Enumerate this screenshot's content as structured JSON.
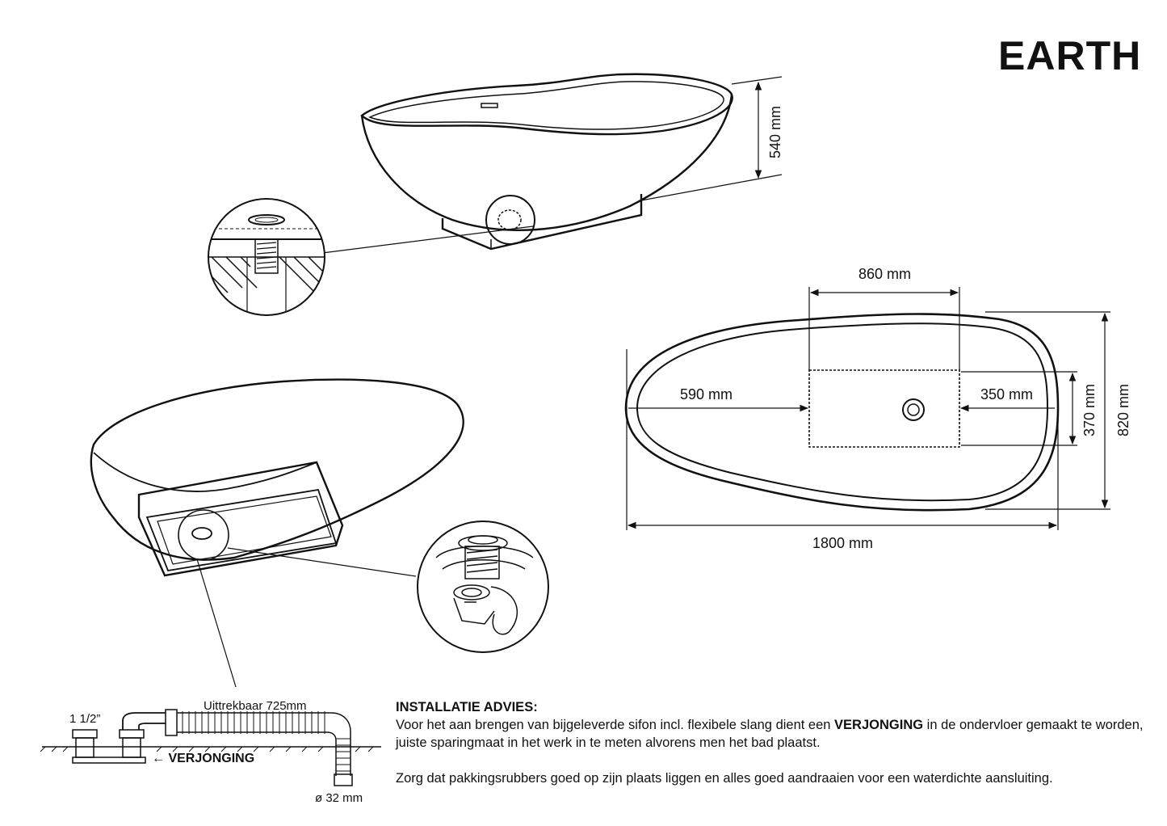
{
  "title": "EARTH",
  "dimensions": {
    "height": "540 mm",
    "width_top": "860 mm",
    "left_offset": "590 mm",
    "right_offset": "350 mm",
    "inner_height": "370 mm",
    "total_width": "820 mm",
    "total_length": "1800 mm"
  },
  "siphon": {
    "size": "1 1/2”",
    "extendable": "Uittrekbaar 725mm",
    "reduction": "← VERJONGING",
    "diameter": "ø 32 mm"
  },
  "advice": {
    "heading": "INSTALLATIE ADVIES:",
    "line1_a": "Voor het aan brengen van bijgeleverde sifon incl. flexibele slang dient een ",
    "line1_bold": "VERJONGING",
    "line1_b": " in de ondervloer gemaakt te worden, juiste sparingmaat in het werk in te meten alvorens men het bad plaatst.",
    "line2": "Zorg dat pakkingsrubbers goed op zijn plaats liggen en alles goed aandraaien voor een waterdichte aansluiting."
  }
}
